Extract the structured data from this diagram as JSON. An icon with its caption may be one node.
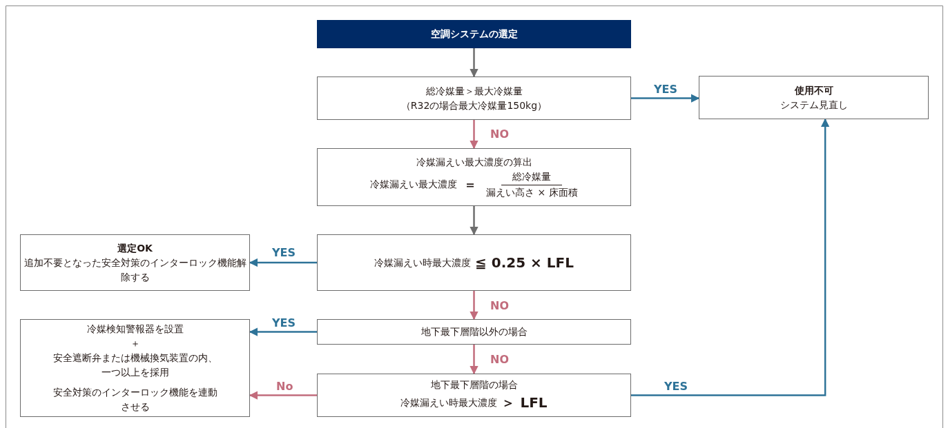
{
  "diagram": {
    "nodes": [
      {
        "text": [
          "空調システムの選定"
        ]
      },
      {
        "text": [
          "総冷媒量＞最大冷媒量",
          "（R32の場合最大冷媒量150kg）"
        ]
      },
      {
        "text": [
          "冷媒漏えい最大濃度の算出",
          "冷媒漏えい最大濃度",
          "＝",
          "総冷媒量",
          "漏えい高さ × 床面積"
        ]
      },
      {
        "text": [
          "使用不可",
          "システム見直し"
        ]
      },
      {
        "text": [
          "冷媒漏えい時最大濃度",
          "≦ 0.25 × LFL"
        ]
      },
      {
        "text": [
          "選定OK",
          "追加不要となった安全対策のインターロック機能解除する"
        ]
      },
      {
        "text": [
          "地下最下層階以外の場合"
        ]
      },
      {
        "text": [
          "冷媒検知警報器を設置",
          "＋",
          "安全遮断弁または機械換気装置の内、一つ以上を採用",
          "安全対策のインターロック機能を連動させる"
        ]
      },
      {
        "text": [
          "地下最下層階の場合",
          "冷媒漏えい時最大濃度",
          "＞ LFL"
        ]
      }
    ],
    "edges": [
      {
        "from": 0,
        "to": 1,
        "arrow": "to",
        "color": "#6e6e6e"
      },
      {
        "from": 1,
        "to": 3,
        "arrow": "to",
        "label": "YES",
        "color": "#2e7398"
      },
      {
        "from": 1,
        "to": 2,
        "arrow": "to",
        "label": "NO",
        "color": "#c26c7c"
      },
      {
        "from": 2,
        "to": 4,
        "arrow": "to",
        "color": "#6e6e6e"
      },
      {
        "from": 4,
        "to": 5,
        "arrow": "to",
        "label": "YES",
        "color": "#2e7398"
      },
      {
        "from": 4,
        "to": 6,
        "arrow": "to",
        "label": "NO",
        "color": "#c26c7c"
      },
      {
        "from": 6,
        "to": 7,
        "arrow": "to",
        "label": "YES",
        "color": "#2e7398"
      },
      {
        "from": 6,
        "to": 8,
        "arrow": "to",
        "label": "NO",
        "color": "#c26c7c"
      },
      {
        "from": 8,
        "to": 7,
        "arrow": "to",
        "label": "No",
        "color": "#c26c7c"
      },
      {
        "from": 8,
        "to": 3,
        "arrow": "to",
        "label": "YES",
        "color": "#2e7398"
      }
    ]
  }
}
